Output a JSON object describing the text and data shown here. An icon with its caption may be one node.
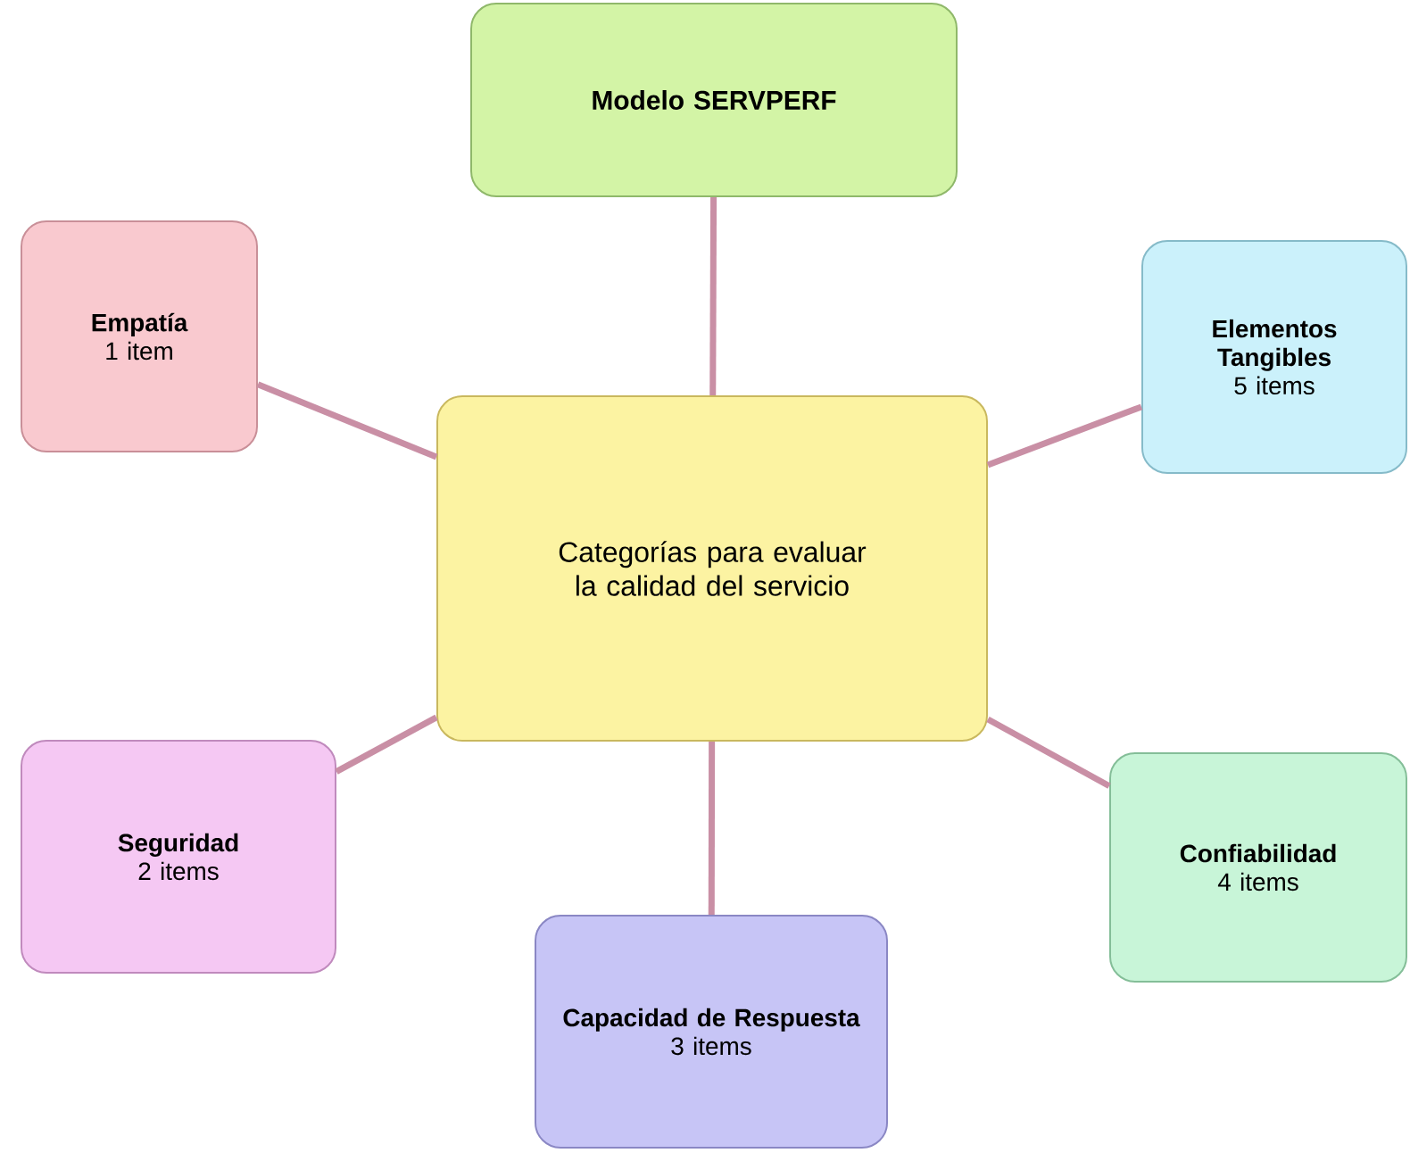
{
  "diagram": {
    "nodes": [
      {
        "text": [
          "Modelo SERVPERF"
        ]
      },
      {
        "text": [
          "Empatía",
          "1 item"
        ]
      },
      {
        "text": [
          "Elementos Tangibles",
          "5 items"
        ]
      },
      {
        "text": [
          "Categorías para evaluar la calidad del servicio"
        ]
      },
      {
        "text": [
          "Seguridad",
          "2 items"
        ]
      },
      {
        "text": [
          "Confiabilidad",
          "4 items"
        ]
      },
      {
        "text": [
          "Capacidad de Respuesta",
          "3 items"
        ]
      }
    ],
    "edges": [
      {
        "from": 3,
        "to": 0,
        "arrow": "none"
      },
      {
        "from": 3,
        "to": 1,
        "arrow": "none"
      },
      {
        "from": 3,
        "to": 2,
        "arrow": "none"
      },
      {
        "from": 3,
        "to": 4,
        "arrow": "none"
      },
      {
        "from": 3,
        "to": 5,
        "arrow": "none"
      },
      {
        "from": 3,
        "to": 6,
        "arrow": "none"
      }
    ]
  }
}
